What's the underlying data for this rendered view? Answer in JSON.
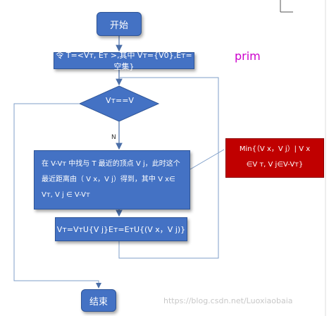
{
  "diagram": {
    "start": "开始",
    "init": "令 T=<Vт, Eт >,其中 Vт={V0},Eт= 空集}",
    "condition": "Vт==V",
    "no_label": "N",
    "step1_line1": "在 V-Vт 中找与 T 最近的顶点 V j，此时这个",
    "step1_line2": "最近距离由（ V x，V j）得到，其中 V x∈",
    "step1_line3": "Vт, V j ∈ V-Vт",
    "step2": "Vт=VтU{V j}Eт=EтU{(V x，V j)}",
    "min_line1": "Min{（V x，V j）| V x",
    "min_line2": "∈V т, V j∈V-Vт}",
    "prim": "prim",
    "end": "结束"
  },
  "watermark": "https://blog.csdn.net/Luoxiaobaia",
  "colors": {
    "box_fill": "#4472c4",
    "box_border": "#2f5597",
    "min_fill": "#c00000",
    "prim_text": "#cc00cc",
    "connector": "#7f9fc9"
  }
}
